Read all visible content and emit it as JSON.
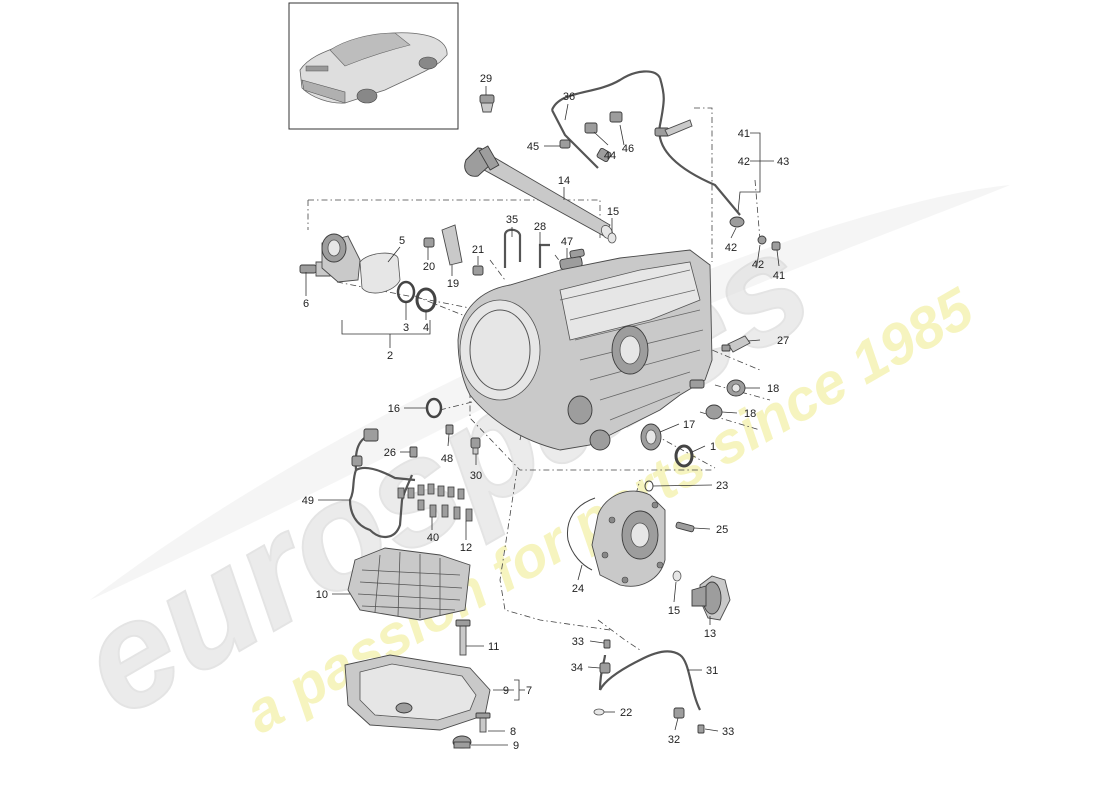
{
  "watermark": {
    "brand": "eurospares",
    "tagline": "a passion for parts since 1985",
    "brand_color": "#d9d9d9",
    "tagline_color": "#f2ef9a"
  },
  "callouts": {
    "c1": "1",
    "c2": "2",
    "c3": "3",
    "c4": "4",
    "c5": "5",
    "c6": "6",
    "c7": "7",
    "c8": "8",
    "c9a": "9",
    "c9b": "9",
    "c10": "10",
    "c11": "11",
    "c12": "12",
    "c13": "13",
    "c14": "14",
    "c15a": "15",
    "c15b": "15",
    "c16": "16",
    "c17": "17",
    "c18a": "18",
    "c18b": "18",
    "c19": "19",
    "c20": "20",
    "c21": "21",
    "c22": "22",
    "c23": "23",
    "c24": "24",
    "c25": "25",
    "c26": "26",
    "c27": "27",
    "c28": "28",
    "c29": "29",
    "c30": "30",
    "c31": "31",
    "c32": "32",
    "c33a": "33",
    "c33b": "33",
    "c34": "34",
    "c35": "35",
    "c36": "36",
    "c40": "40",
    "c41a": "41",
    "c41b": "41",
    "c42a": "42",
    "c42b": "42",
    "c42c": "42",
    "c43": "43",
    "c44": "44",
    "c45": "45",
    "c46": "46",
    "c47": "47",
    "c48": "48",
    "c49": "49"
  }
}
